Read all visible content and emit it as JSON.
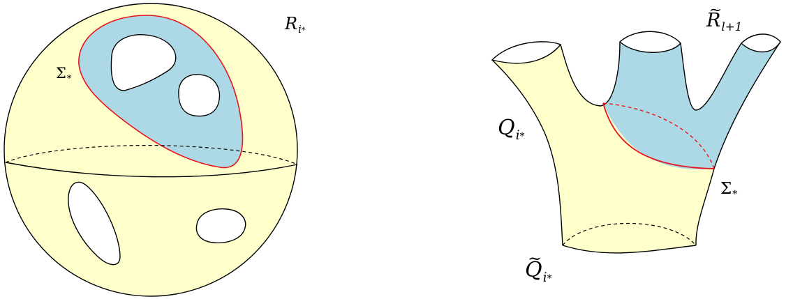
{
  "labels": {
    "sigma_left": {
      "main": "Σ",
      "sub": "*"
    },
    "R": {
      "main": "R",
      "sub": "i",
      "subsub": "*"
    },
    "R_tilde": {
      "main": "R",
      "tilde": "~",
      "sub": "l+1"
    },
    "Q": {
      "main": "Q",
      "sub": "i",
      "subsub": "*"
    },
    "sigma_right": {
      "main": "Σ",
      "sub": "*"
    },
    "Q_tilde": {
      "main": "Q",
      "tilde": "~",
      "sub": "i",
      "subsub": "*"
    }
  },
  "colors": {
    "surface_fill": "#ffffcc",
    "region_fill": "#add8e6",
    "curve_red": "#e8141c",
    "outline": "#000000",
    "hole_fill": "#ffffff"
  }
}
